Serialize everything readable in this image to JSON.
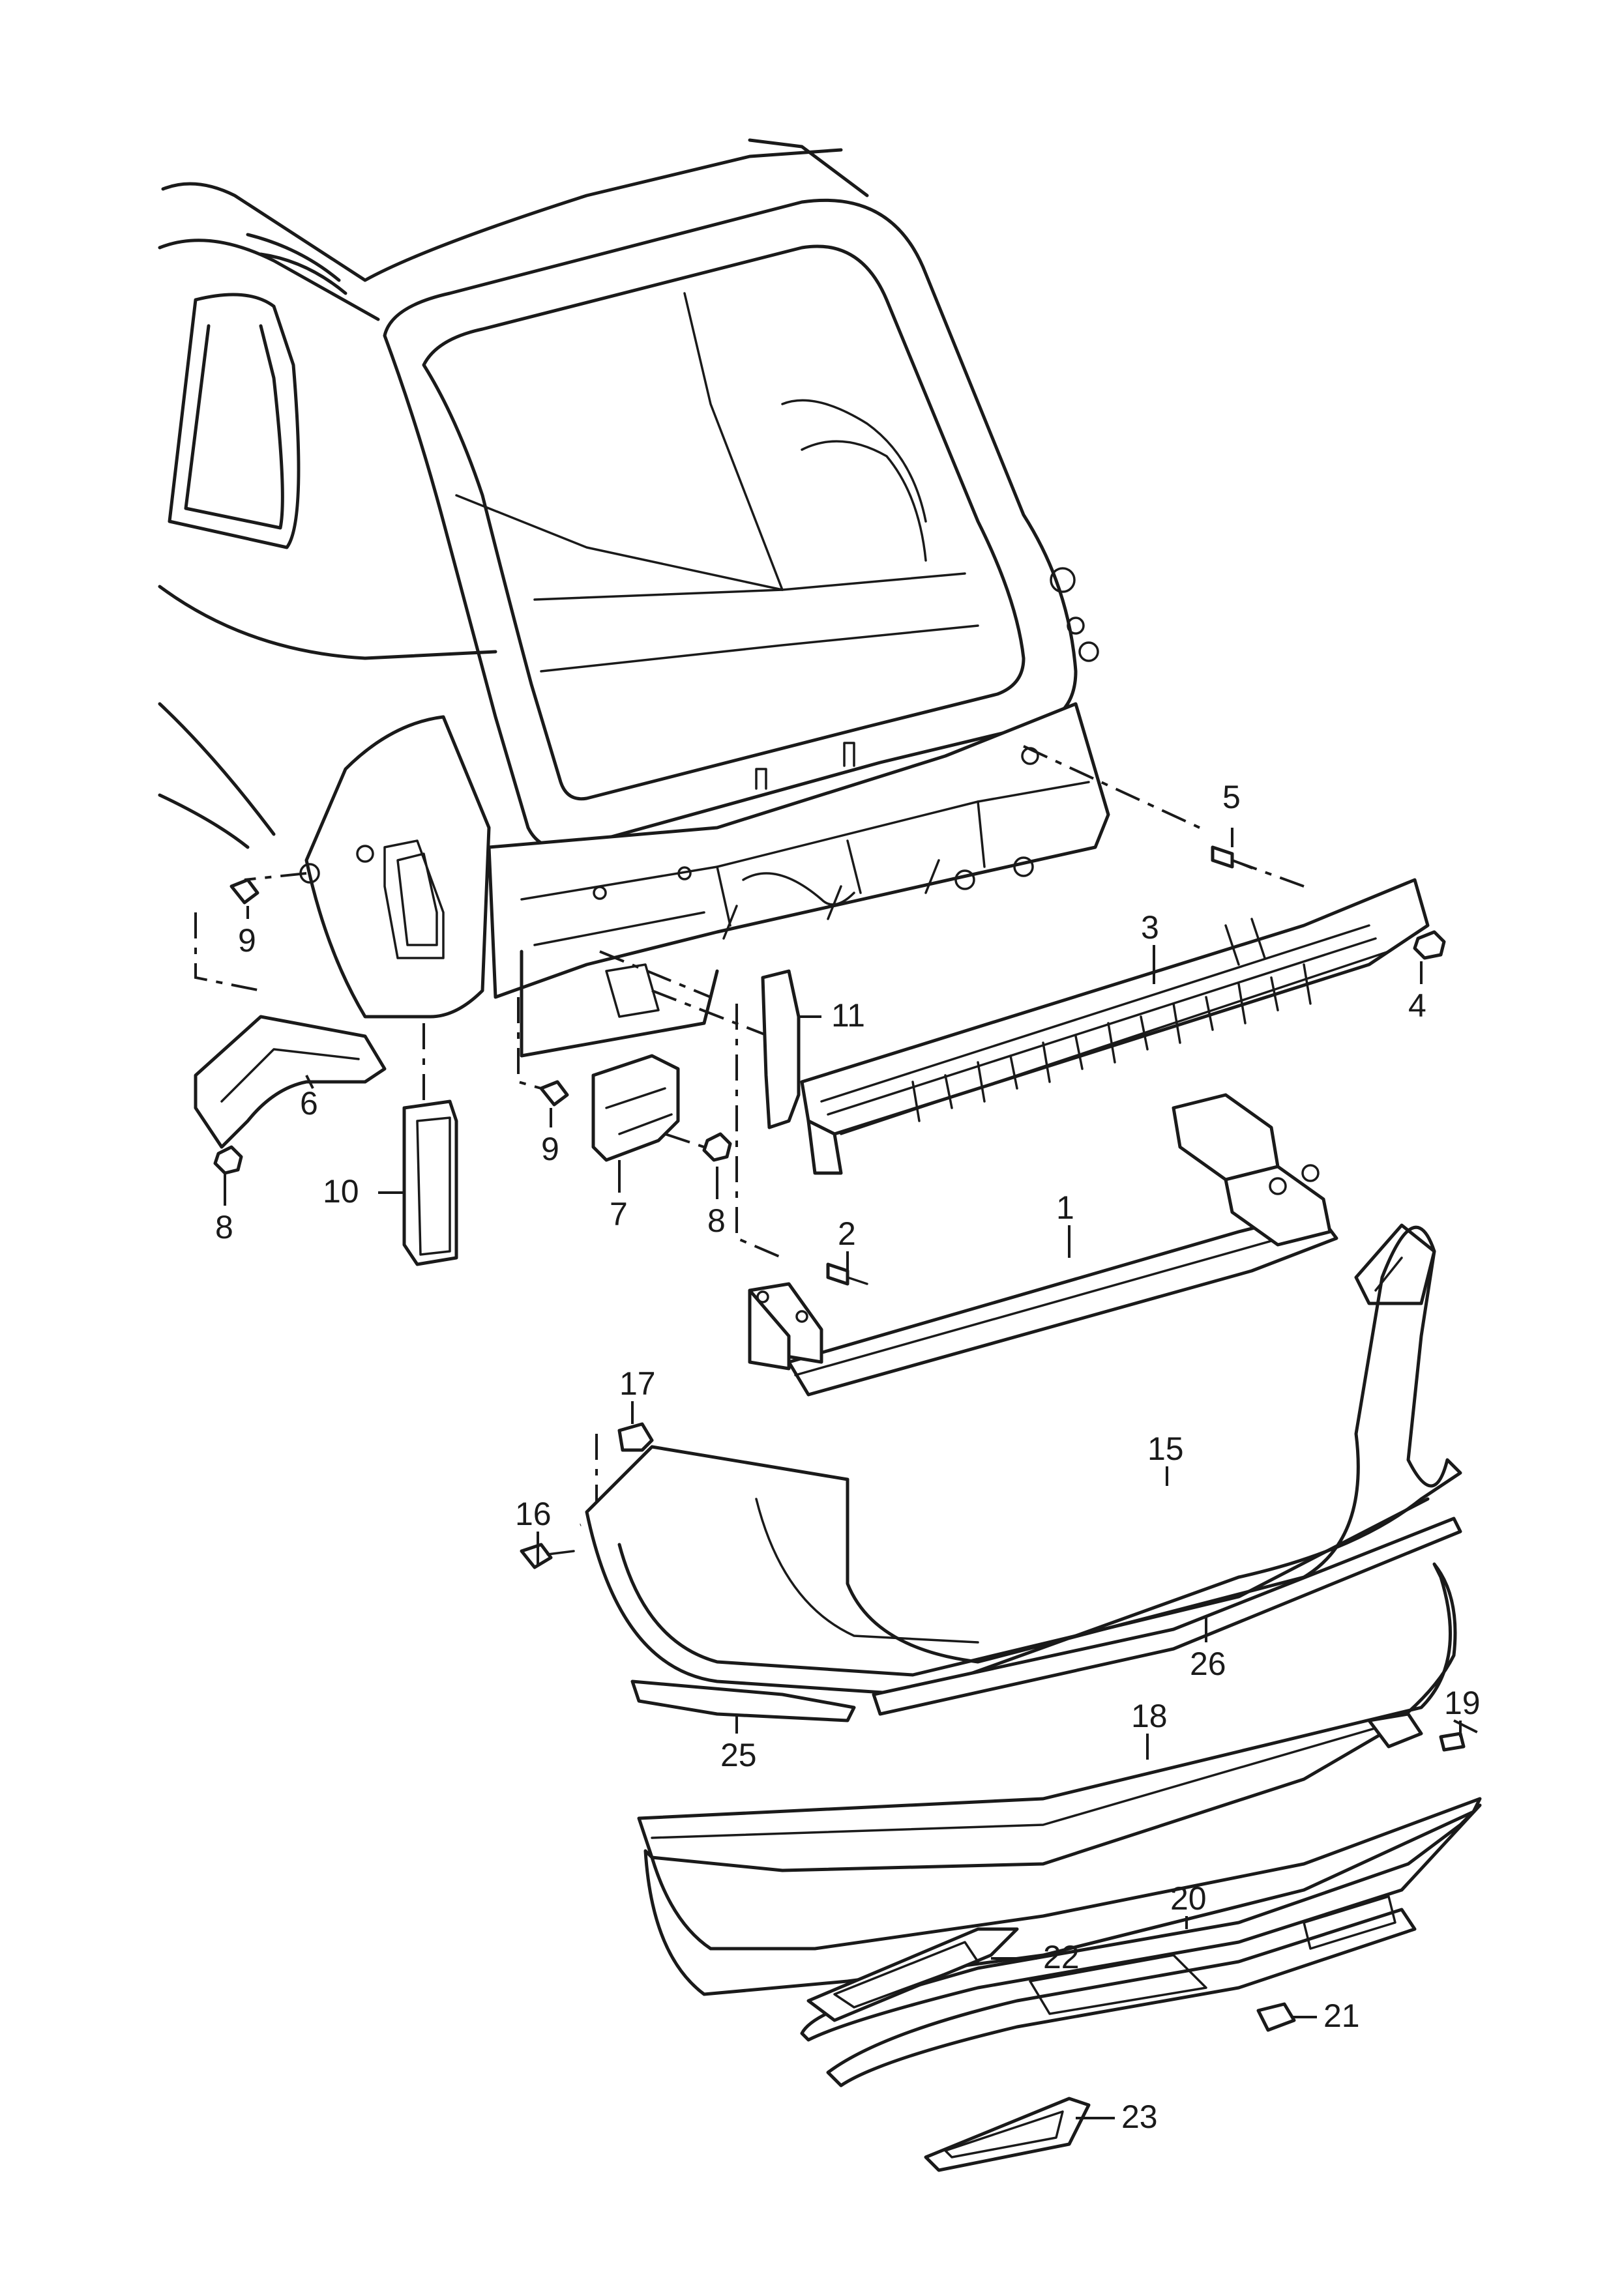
{
  "callouts": [
    {
      "id": "1",
      "text": "1"
    },
    {
      "id": "2",
      "text": "2"
    },
    {
      "id": "3",
      "text": "3"
    },
    {
      "id": "4",
      "text": "4"
    },
    {
      "id": "5",
      "text": "5"
    },
    {
      "id": "6",
      "text": "6"
    },
    {
      "id": "7",
      "text": "7"
    },
    {
      "id": "8a",
      "text": "8"
    },
    {
      "id": "8b",
      "text": "8"
    },
    {
      "id": "9a",
      "text": "9"
    },
    {
      "id": "9b",
      "text": "9"
    },
    {
      "id": "10",
      "text": "10"
    },
    {
      "id": "11",
      "text": "11"
    },
    {
      "id": "15",
      "text": "15"
    },
    {
      "id": "16",
      "text": "16"
    },
    {
      "id": "17",
      "text": "17"
    },
    {
      "id": "18",
      "text": "18"
    },
    {
      "id": "19",
      "text": "19"
    },
    {
      "id": "20",
      "text": "20"
    },
    {
      "id": "21",
      "text": "21"
    },
    {
      "id": "22",
      "text": "22"
    },
    {
      "id": "23",
      "text": "23"
    },
    {
      "id": "25",
      "text": "25"
    },
    {
      "id": "26",
      "text": "26"
    }
  ]
}
